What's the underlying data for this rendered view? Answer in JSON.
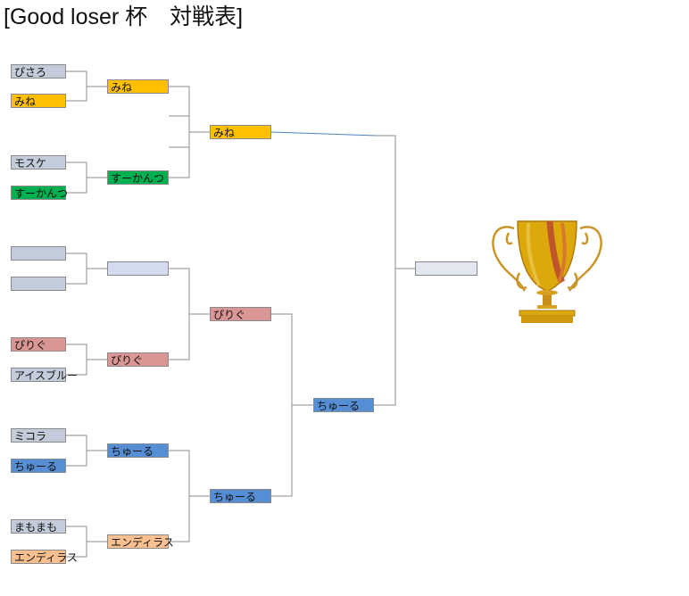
{
  "title": "[Good loser 杯　対戦表]",
  "colors": {
    "gray": "#c3ccdb",
    "yellow": "#ffc000",
    "green": "#00b050",
    "pink": "#d99694",
    "blue": "#558ed5",
    "peach": "#fac090",
    "light": "#d3dcef",
    "winner": "#e2e7f0"
  },
  "round1": [
    {
      "name": "ぴさろ",
      "color": "gray"
    },
    {
      "name": "みね",
      "color": "yellow"
    },
    {
      "name": "モスケ",
      "color": "gray"
    },
    {
      "name": "すーかんつ",
      "color": "green"
    },
    {
      "name": "",
      "color": "gray"
    },
    {
      "name": "",
      "color": "gray"
    },
    {
      "name": "ぴりぐ",
      "color": "pink"
    },
    {
      "name": "アイスブルー",
      "color": "gray"
    },
    {
      "name": "ミコラ",
      "color": "gray"
    },
    {
      "name": "ちゅーる",
      "color": "blue"
    },
    {
      "name": "まもまも",
      "color": "gray"
    },
    {
      "name": "エンディラス",
      "color": "peach"
    }
  ],
  "round2": [
    {
      "name": "みね",
      "color": "yellow"
    },
    {
      "name": "すーかんつ",
      "color": "green"
    },
    {
      "name": "",
      "color": "light"
    },
    {
      "name": "ぴりぐ",
      "color": "pink"
    },
    {
      "name": "ちゅーる",
      "color": "blue"
    },
    {
      "name": "エンディラス",
      "color": "peach"
    }
  ],
  "round3": [
    {
      "name": "みね",
      "color": "yellow"
    },
    {
      "name": "ぴりぐ",
      "color": "pink"
    },
    {
      "name": "ちゅーる",
      "color": "blue"
    }
  ],
  "round4": [
    {
      "name": "ちゅーる",
      "color": "blue"
    }
  ],
  "winner": {
    "name": "",
    "color": "winner"
  },
  "trophy_icon": "trophy-icon"
}
